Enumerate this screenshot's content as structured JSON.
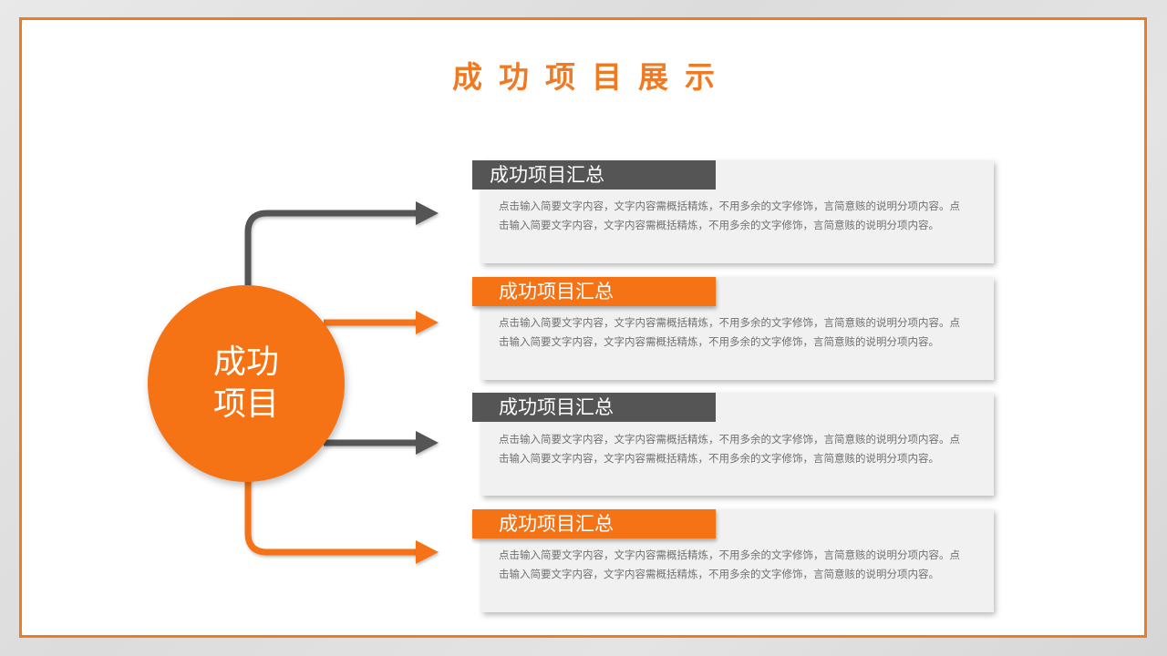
{
  "slide": {
    "title": "成功项目展示",
    "colors": {
      "accent": "#f57315",
      "dark": "#555555",
      "card_bg": "#f1f1f1",
      "frame_border": "#f07a23"
    }
  },
  "hub": {
    "label": "成功项目"
  },
  "items": [
    {
      "header": "成功项目汇总",
      "style": "dark",
      "connector_color": "#555555",
      "text": "点击输入简要文字内容，文字内容需概括精炼，不用多余的文字修饰，言简意赅的说明分项内容。点击输入简要文字内容，文字内容需概括精炼，不用多余的文字修饰，言简意赅的说明分项内容。"
    },
    {
      "header": "成功项目汇总",
      "style": "orange",
      "connector_color": "#f57315",
      "text": "点击输入简要文字内容，文字内容需概括精炼，不用多余的文字修饰，言简意赅的说明分项内容。点击输入简要文字内容，文字内容需概括精炼，不用多余的文字修饰，言简意赅的说明分项内容。"
    },
    {
      "header": "成功项目汇总",
      "style": "dark",
      "connector_color": "#555555",
      "text": "点击输入简要文字内容，文字内容需概括精炼，不用多余的文字修饰，言简意赅的说明分项内容。点击输入简要文字内容，文字内容需概括精炼，不用多余的文字修饰，言简意赅的说明分项内容。"
    },
    {
      "header": "成功项目汇总",
      "style": "orange",
      "connector_color": "#f57315",
      "text": "点击输入简要文字内容，文字内容需概括精炼，不用多余的文字修饰，言简意赅的说明分项内容。点击输入简要文字内容，文字内容需概括精炼，不用多余的文字修饰，言简意赅的说明分项内容。"
    }
  ]
}
